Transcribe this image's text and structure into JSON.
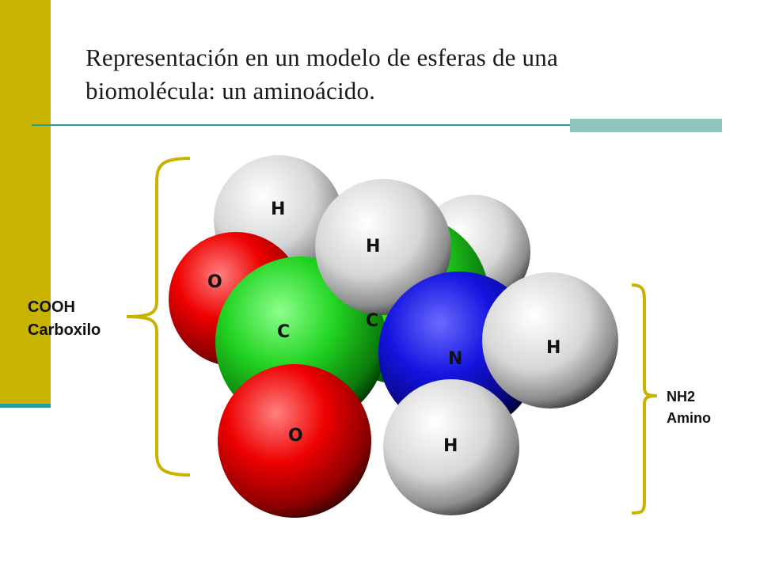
{
  "title": {
    "line1": "Representación en un modelo de esferas de una",
    "line2": "biomolécula:   un aminoácido."
  },
  "groups": {
    "carboxyl": {
      "formula": "COOH",
      "name": "Carboxilo"
    },
    "amino": {
      "formula": "NH2",
      "name": "Amino"
    }
  },
  "atoms": {
    "h_top": "H",
    "o_top": "O",
    "h_center": "H",
    "c_left": "C",
    "c_right": "C",
    "n": "N",
    "h_right": "H",
    "o_bottom": "O",
    "h_bottom": "H"
  },
  "colors": {
    "accent_bar": "#c8b400",
    "rule": "#2f9a9a",
    "bracket": "#c8b400",
    "hydrogen": "#e6e6e6",
    "oxygen": "#e00000",
    "carbon": "#1fd01f",
    "nitrogen": "#1010e0"
  }
}
